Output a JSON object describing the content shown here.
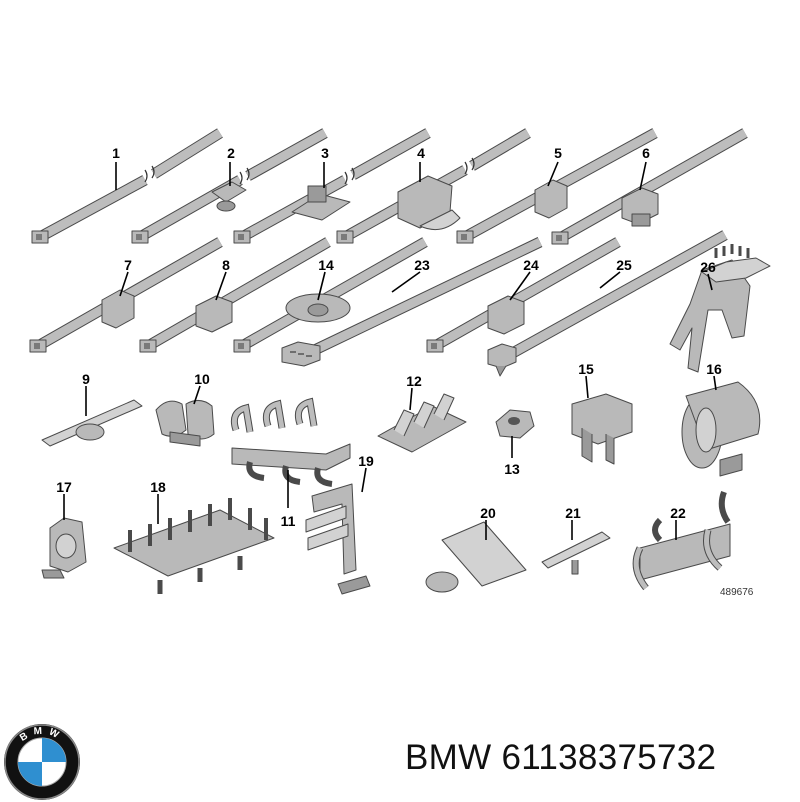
{
  "diagram": {
    "labels": {
      "p1": "1",
      "p2": "2",
      "p3": "3",
      "p4": "4",
      "p5": "5",
      "p6": "6",
      "p7": "7",
      "p8": "8",
      "p14": "14",
      "p23": "23",
      "p24": "24",
      "p25": "25",
      "p26": "26",
      "p9": "9",
      "p10": "10",
      "p11": "11",
      "p12": "12",
      "p13": "13",
      "p15": "15",
      "p16": "16",
      "p17": "17",
      "p18": "18",
      "p19": "19",
      "p20": "20",
      "p21": "21",
      "p22": "22"
    },
    "reference_number": "489676"
  },
  "caption": {
    "text": "BMW 61138375732"
  },
  "logo": {
    "letters": "BMW"
  },
  "colors": {
    "part": "#b9b9b9",
    "outline": "#4a4a4a",
    "logo_blue": "#2f8fd0"
  }
}
